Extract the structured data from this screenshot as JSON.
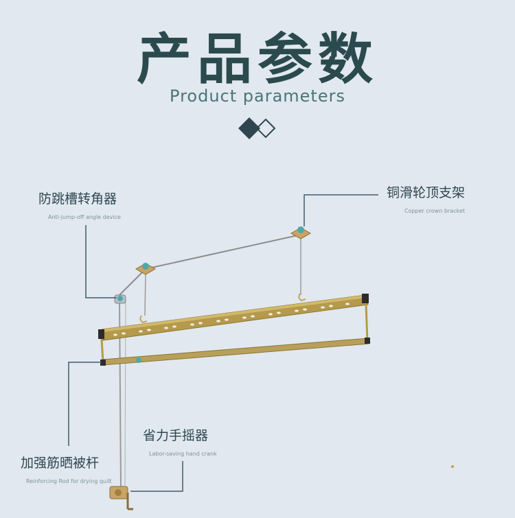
{
  "header": {
    "title_cn": "产品参数",
    "title_en": "Product parameters"
  },
  "labels": {
    "anti_jump": {
      "cn": "防跳槽转角器",
      "en": "Anti-jump-off angle device"
    },
    "copper_crown": {
      "cn": "铜滑轮顶支架",
      "en": "Copper crown bracket"
    },
    "reinforcing_rod": {
      "cn": "加强筋晒被杆",
      "en": "Reinforcing Rod for drying quilt"
    },
    "hand_crank": {
      "cn": "省力手摇器",
      "en": "Labor-saving hand crank"
    }
  },
  "colors": {
    "background": "#e1e8ef",
    "title": "#2b4a4e",
    "rod_gold": "#b59a4c",
    "accent_teal": "#4fa8a8",
    "leader_line": "#3f5c6a"
  }
}
